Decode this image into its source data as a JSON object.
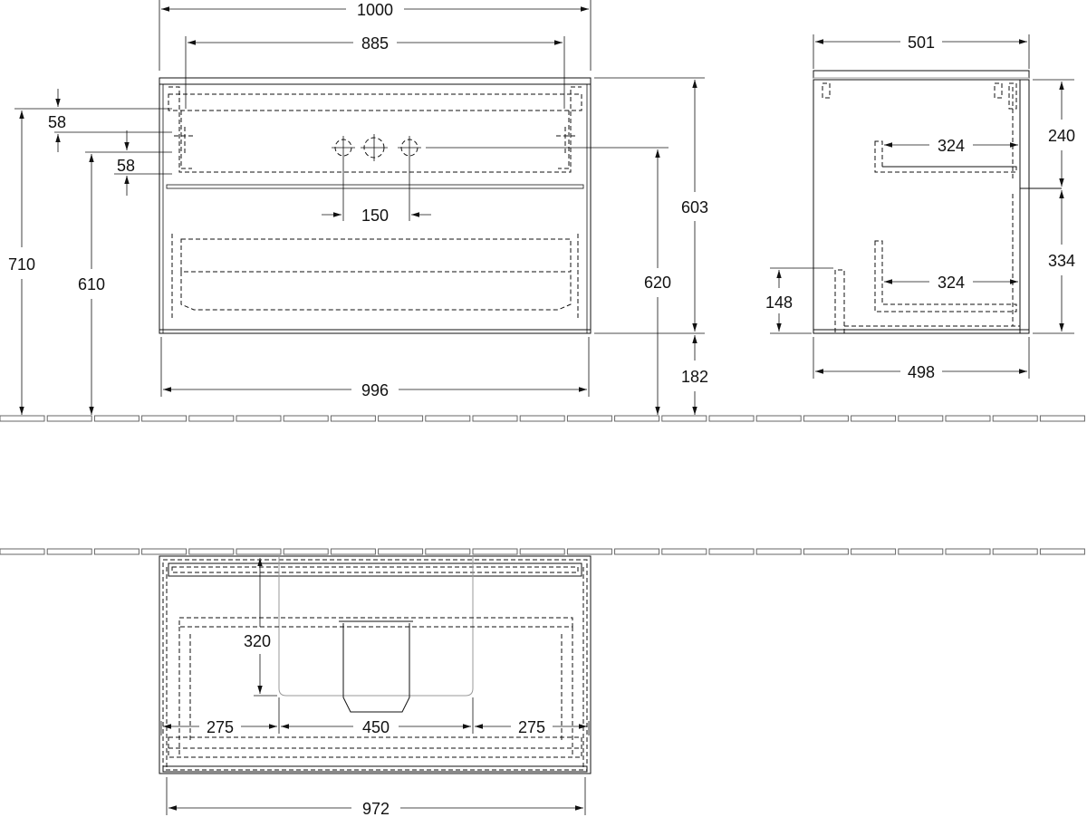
{
  "front_view": {
    "dims": {
      "overall_width": "1000",
      "inner_width": "885",
      "total_height": "710",
      "drain_height": "610",
      "upper_58": "58",
      "lower_58": "58",
      "tap_spacing": "150",
      "cabinet_height": "603",
      "side_height": "620",
      "leg_height": "182",
      "bottom_width": "996"
    }
  },
  "side_view": {
    "dims": {
      "depth_top": "501",
      "upper_section": "240",
      "lower_section": "334",
      "upper_drawer_depth": "324",
      "lower_drawer_depth": "324",
      "plinth_height": "148",
      "depth_bottom": "498"
    }
  },
  "top_view": {
    "dims": {
      "cutout_depth": "320",
      "left_margin": "275",
      "cutout_width": "450",
      "right_margin": "275",
      "inner_width": "972"
    }
  }
}
